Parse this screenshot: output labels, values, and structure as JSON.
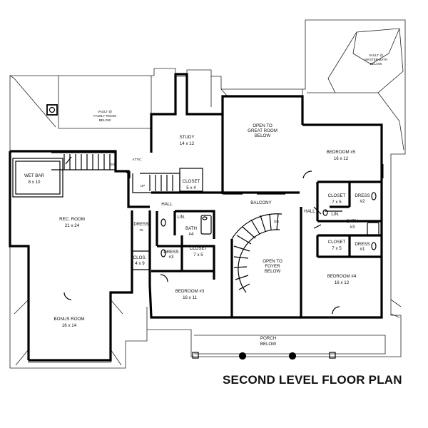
{
  "plan_title": "SECOND LEVEL FLOOR PLAN",
  "rooms": {
    "vault_family": [
      "VAULT @",
      "FAMILY ROOM",
      "BELOW"
    ],
    "vault_master": [
      "VAULT @",
      "MASTER BATH",
      "BELOW"
    ],
    "study": [
      "STUDY",
      "14 x 12"
    ],
    "open_great": [
      "OPEN TO",
      "GREAT ROOM",
      "BELOW"
    ],
    "bedroom5": [
      "BEDROOM #5",
      "16 x 12"
    ],
    "wet_bar": [
      "WET BAR",
      "8 x 10"
    ],
    "dn_upper": "DN.",
    "attic": "ATTIC",
    "up": "UP",
    "closet_study": [
      "CLOSET",
      "5 x 4"
    ],
    "hall_left": "HALL",
    "balcony": "BALCONY",
    "hall_right": "HALL",
    "closet5": [
      "CLOSET",
      "7 x 5"
    ],
    "dress2": [
      "DRESS",
      "#2"
    ],
    "rec_room": [
      "REC. ROOM",
      "21 x 24"
    ],
    "dress_left": [
      "DRESS",
      "#6"
    ],
    "lin_left": "LIN.",
    "bath4": [
      "BATH",
      "#4"
    ],
    "dn_stair": "DN.",
    "lin_right": "LIN.",
    "bath3": [
      "BATH",
      "#3"
    ],
    "dress3": [
      "DRESS",
      "#3"
    ],
    "closet3": [
      "CLOSET",
      "7 x 5"
    ],
    "closet4": [
      "CLOSET",
      "7 x 5"
    ],
    "dress1": [
      "DRESS",
      "#1"
    ],
    "clos": [
      "CLOS.",
      "4 x 9"
    ],
    "open_foyer": [
      "OPEN TO",
      "FOYER",
      "BELOW"
    ],
    "bedroom4": [
      "BEDROOM #4",
      "16 x 12"
    ],
    "bedroom3": [
      "BEDROOM #3",
      "16 x 11"
    ],
    "bonus_room": [
      "BONUS ROOM",
      "16 x 14"
    ],
    "porch": [
      "PORCH",
      "BELOW"
    ]
  }
}
